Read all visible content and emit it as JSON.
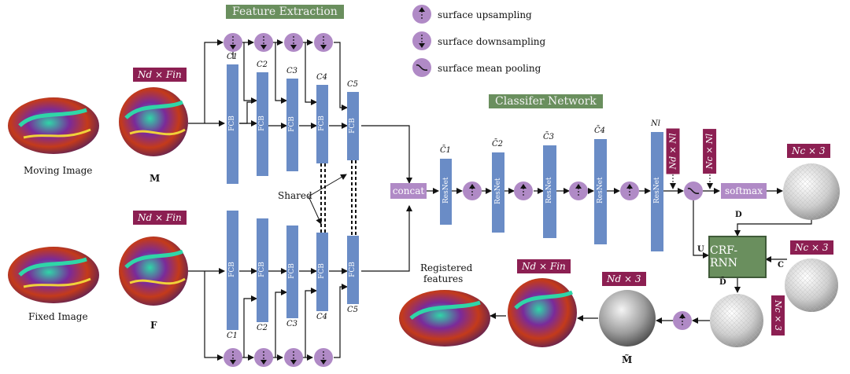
{
  "headers": {
    "feature_extraction": "Feature Extraction",
    "classifier_network": "Classifer Network"
  },
  "legend": {
    "upsampling": "surface upsampling",
    "downsampling": "surface downsampling",
    "mean_pooling": "surface mean pooling"
  },
  "images": {
    "moving_label": "Moving Image",
    "moving_symbol": "M",
    "fixed_label": "Fixed Image",
    "fixed_symbol": "F",
    "registered_label_1": "Registered",
    "registered_label_2": "features",
    "mtilde_symbol": "M̃"
  },
  "tags": {
    "nd_fin_top": "Nd × Fin",
    "nd_fin_bottom": "Nd × Fin",
    "nd_fin_registered": "Nd × Fin",
    "nd_3": "Nd × 3",
    "nc_3_top": "Nc × 3",
    "nc_3_right": "Nc × 3",
    "nd_nl": "Nd × Nl",
    "nc_nl": "Nc × Nl",
    "nc_3_vertical": "Nc × 3"
  },
  "fe": {
    "block_label": "FCB",
    "top_c": [
      "C1",
      "C2",
      "C3",
      "C4",
      "C5"
    ],
    "bottom_c": [
      "C1",
      "C2",
      "C3",
      "C4",
      "C5"
    ],
    "shared": "Shared"
  },
  "cls": {
    "concat": "concat",
    "block_label": "ResNet",
    "c_labels": [
      "C̄1",
      "C̄2",
      "C̄3",
      "C̄4",
      "Nl"
    ],
    "softmax": "softmax",
    "crf": "CRF-RNN",
    "u": "U",
    "d": "D",
    "c": "C",
    "dbar": "D̄"
  },
  "colors": {
    "header_green": "#6a8f5e",
    "tag_maroon": "#8c1f52",
    "block_blue": "#6a8cc6",
    "sampler_purple": "#b08ac6"
  }
}
